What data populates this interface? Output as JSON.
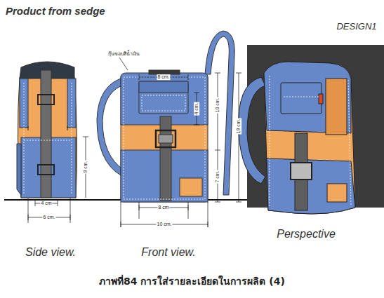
{
  "diagram": {
    "title": "Product from sedge",
    "caption": "ภาพที่84 การใส่รายละเอียดในการผลิต (4)",
    "labels": [
      "DESIGN1",
      "กุ๊นขอบสีน้ำเงิน",
      "8 cm.",
      "4 cm.",
      "10 cm.",
      "19 cm.",
      "9 cm.",
      "7 cm.",
      "4 cm",
      "8 cm",
      "6 cm.",
      "10 cm.",
      "Side view.",
      "Front view.",
      "Perspective"
    ]
  }
}
